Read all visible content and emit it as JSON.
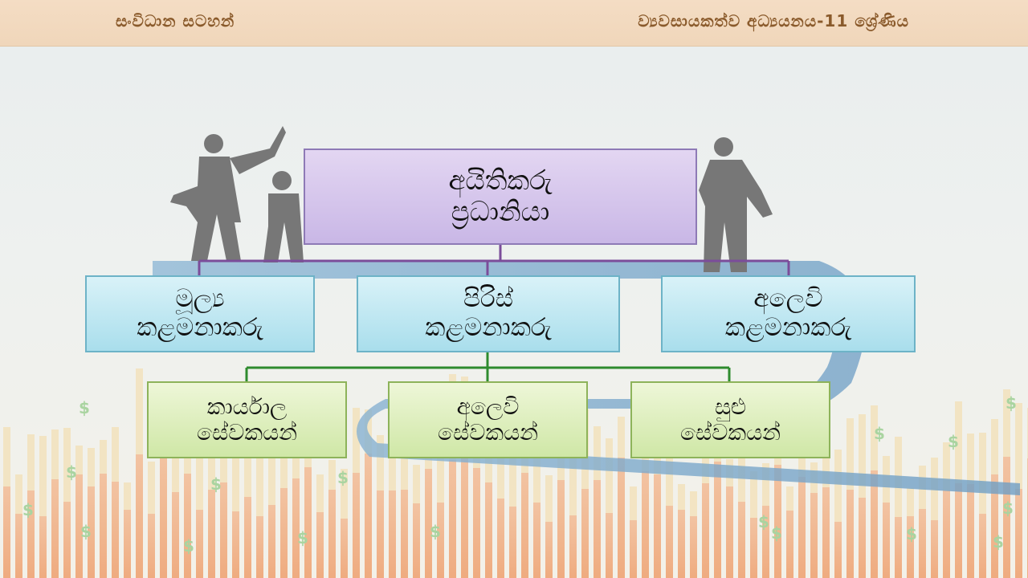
{
  "header": {
    "left_title": "සංවිධාන සටහන්",
    "right_title": "ව්‍යවසායකත්ව අධ්‍යයනය-11 ශ්‍රේණිය"
  },
  "chart": {
    "root": {
      "line1": "අයිතිකරු",
      "line2": "ප්‍රධානියා"
    },
    "managers": [
      {
        "line1": "මූල්‍ය",
        "line2": "කළමනාකරු"
      },
      {
        "line1": "පිරිස්",
        "line2": "කළමනාකරු"
      },
      {
        "line1": "අලෙවි",
        "line2": "කළමනාකරු"
      }
    ],
    "staff": [
      {
        "line1": "කාර්යාල",
        "line2": "සේවකයන්"
      },
      {
        "line1": "අලෙවි",
        "line2": "සේවකයන්"
      },
      {
        "line1": "සුළු",
        "line2": "සේවකයන්"
      }
    ]
  },
  "colors": {
    "top_connector": "#7b4d9a",
    "bottom_connector": "#2e8b2e",
    "dollar_sign": "#a9d4a0"
  }
}
